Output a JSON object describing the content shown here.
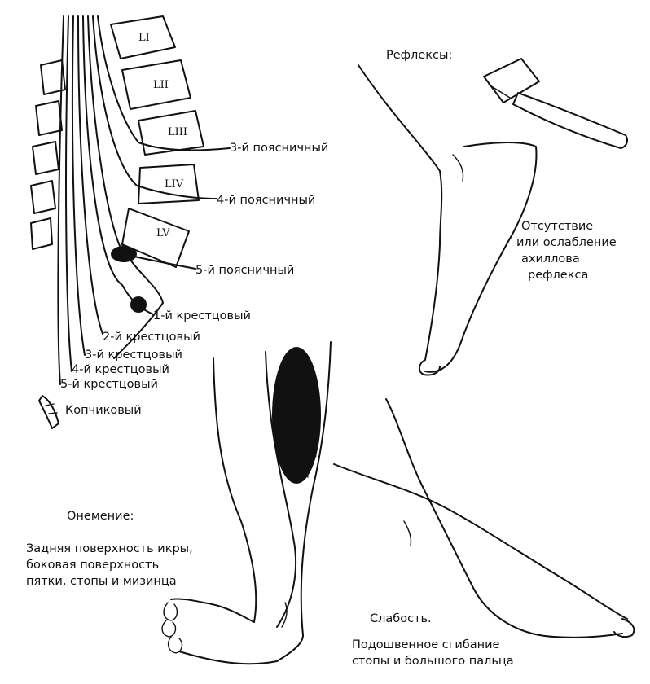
{
  "vertebrae": [
    "LI",
    "LII",
    "LIII",
    "LIV",
    "LV"
  ],
  "nerves": {
    "l3": "3-й поясничный",
    "l4": "4-й поясничный",
    "l5": "5-й поясничный",
    "s1": "1-й крестцовый",
    "s2": "2-й крестцовый",
    "s3": "3-й крестцовый",
    "s4": "4-й крестцовый",
    "s5": "5-й крестцовый",
    "coccygeal": "Копчиковый"
  },
  "reflexes": {
    "title": "Рефлексы:",
    "line1": "Отсутствие",
    "line2": "или ослабление",
    "line3": "ахиллова",
    "line4": "рефлекса"
  },
  "numbness": {
    "title": "Онемение:",
    "line1": "Задняя поверхность икры,",
    "line2": "боковая поверхность",
    "line3": "пятки, стопы и мизинца"
  },
  "weakness": {
    "title": "Слабость.",
    "line1": "Подошвенное сгибание",
    "line2": "стопы и большого пальца"
  },
  "colors": {
    "ink": "#111111",
    "background": "#ffffff"
  },
  "icons": [
    "reflex-hammer-icon"
  ]
}
